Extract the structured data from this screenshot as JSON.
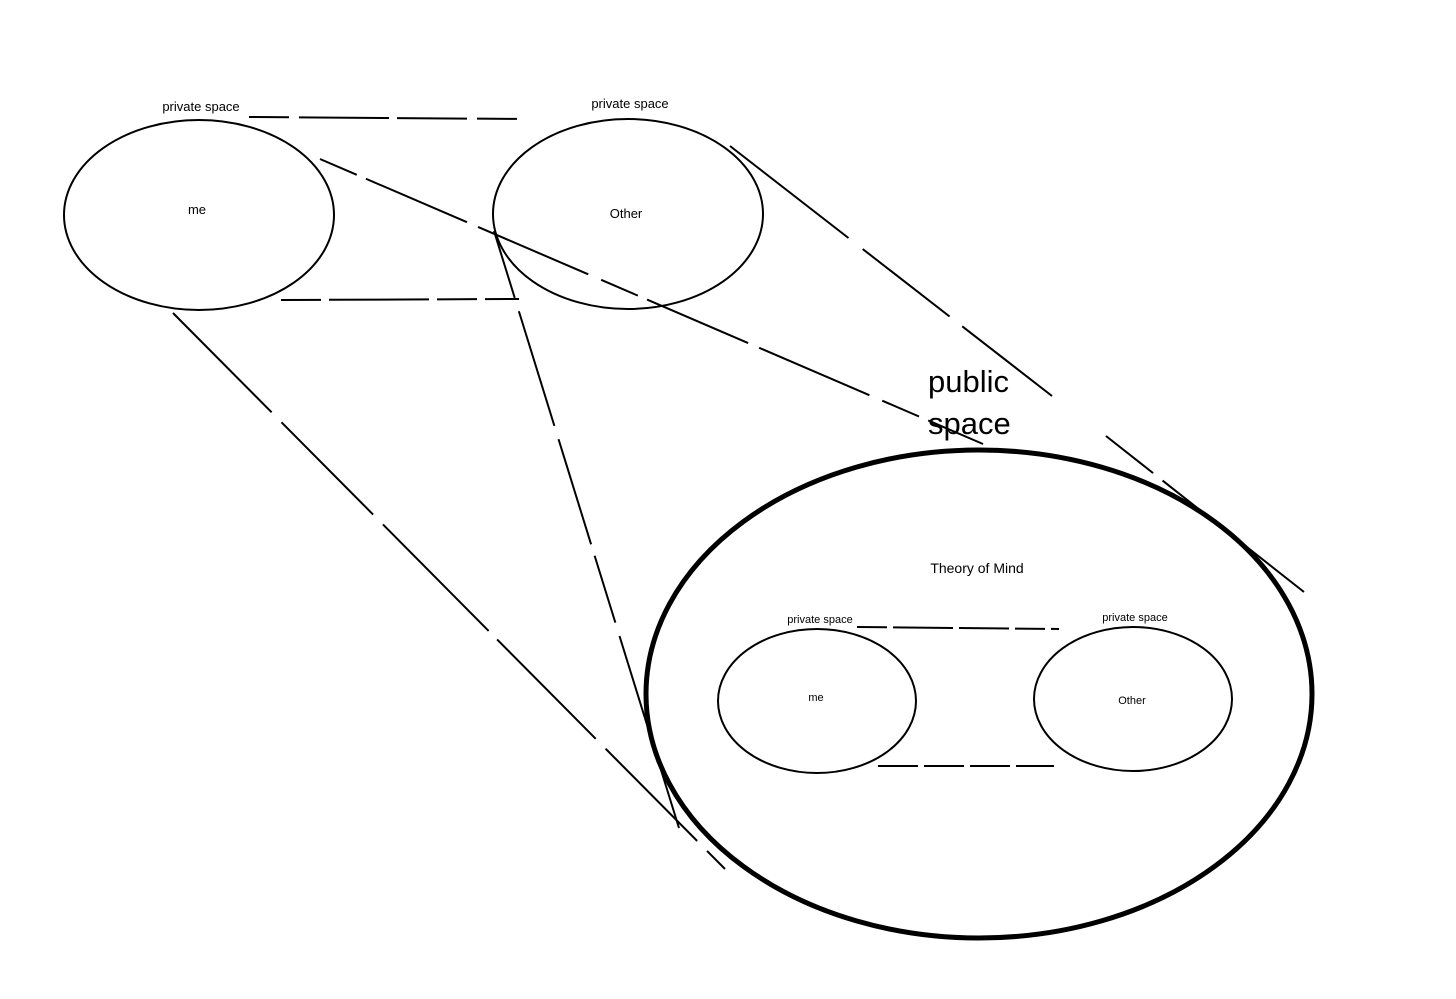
{
  "top": {
    "me": {
      "label": "me",
      "private_label": "private space"
    },
    "other": {
      "label": "Other",
      "private_label": "private space"
    }
  },
  "public_space": {
    "line1": "public",
    "line2": "space"
  },
  "theory_of_mind": {
    "title": "Theory of Mind",
    "me": {
      "label": "me",
      "private_label": "private space"
    },
    "other": {
      "label": "Other",
      "private_label": "private space"
    }
  }
}
